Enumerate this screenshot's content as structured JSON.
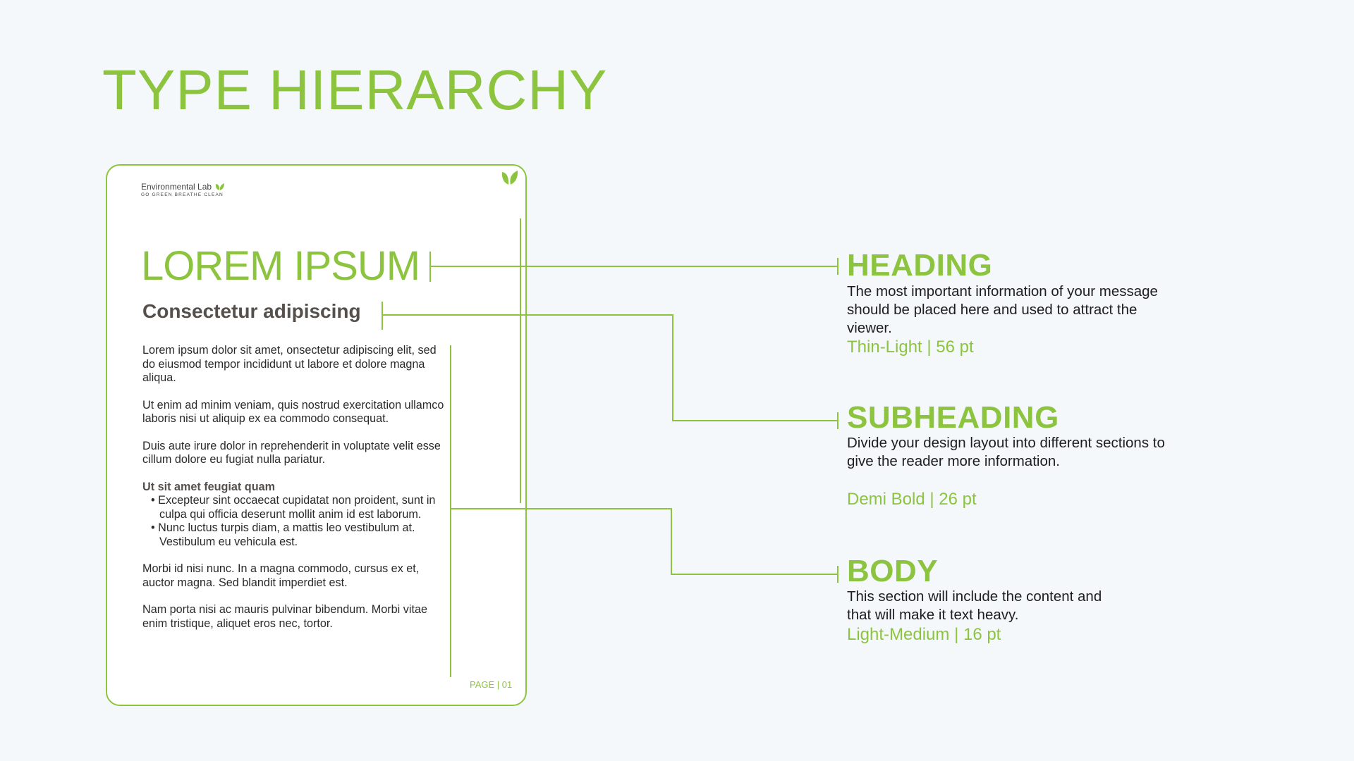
{
  "title": "TYPE HIERARCHY",
  "card": {
    "logo_name": "Environmental Lab",
    "logo_tagline": "GO GREEN BREATHE CLEAN",
    "heading": "LOREM IPSUM",
    "subheading": "Consectetur adipiscing",
    "paragraphs": [
      "Lorem ipsum dolor sit amet, onsectetur adipiscing elit, sed do eiusmod tempor incididunt ut labore et dolore magna aliqua.",
      "Ut enim ad minim veniam, quis nostrud exercitation ullamco laboris nisi ut aliquip ex ea commodo consequat.",
      "Duis aute irure dolor in reprehenderit in voluptate velit esse cillum dolore eu fugiat nulla pariatur."
    ],
    "list_title": "Ut sit amet feugiat quam",
    "bullets": [
      "Excepteur sint occaecat cupidatat non proident, sunt in culpa qui officia deserunt mollit anim id est laborum.",
      "Nunc luctus turpis diam, a mattis leo vestibulum at. Vestibulum eu vehicula est."
    ],
    "paragraphs_after": [
      "Morbi id nisi nunc. In a magna commodo, cursus ex et, auctor magna. Sed blandit imperdiet est.",
      "Nam porta nisi ac mauris pulvinar bibendum. Morbi vitae enim tristique, aliquet eros nec, tortor."
    ],
    "page_label": "PAGE | 01"
  },
  "levels": [
    {
      "label": "HEADING",
      "description": "The most important information of your message should be placed here and used to attract the viewer.",
      "spec": "Thin-Light | 56 pt"
    },
    {
      "label": "SUBHEADING",
      "description": "Divide your design layout into different sections to give the reader more information.",
      "spec": "Demi Bold | 26 pt"
    },
    {
      "label": "BODY",
      "description": "This section will include the content and that will make it text heavy.",
      "spec": "Light-Medium | 16 pt"
    }
  ],
  "colors": {
    "accent": "#8dc43f",
    "background": "#f4f8fb",
    "subheading": "#55504c"
  }
}
